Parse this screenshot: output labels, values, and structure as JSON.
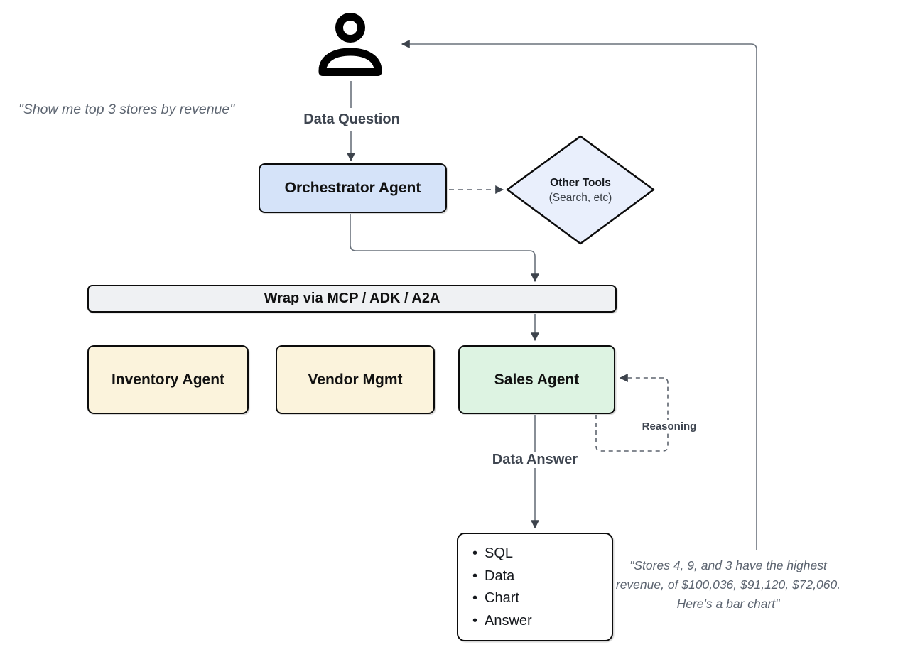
{
  "colors": {
    "orchestrator_fill": "#d5e3f9",
    "other_tools_fill": "#e9effc",
    "agent_fill_beige": "#fbf3dc",
    "sales_fill_green": "#ddf3e2",
    "wrap_bar_fill": "#eff1f3",
    "node_border": "#0c0c0c",
    "connector_line": "#6a727c",
    "arrowhead": "#3d434c",
    "flow_label_text": "#3e4550",
    "quote_text": "#5c6470"
  },
  "quotes": {
    "user_question": "\"Show me top 3 stores by revenue\"",
    "answer_line1": "\"Stores 4, 9, and 3 have the highest",
    "answer_line2": "revenue, of $100,036, $91,120, $72,060.",
    "answer_line3": "Here's a bar chart\""
  },
  "labels": {
    "data_question": "Data Question",
    "data_answer": "Data Answer",
    "reasoning": "Reasoning"
  },
  "nodes": {
    "orchestrator": {
      "label": "Orchestrator Agent"
    },
    "other_tools": {
      "title": "Other Tools",
      "subtitle": "(Search, etc)"
    },
    "wrap_bar": {
      "label": "Wrap via MCP / ADK / A2A"
    },
    "inventory_agent": {
      "label": "Inventory Agent"
    },
    "vendor_mgmt": {
      "label": "Vendor Mgmt"
    },
    "sales_agent": {
      "label": "Sales Agent"
    },
    "output": {
      "items": [
        "SQL",
        "Data",
        "Chart",
        "Answer"
      ]
    }
  }
}
